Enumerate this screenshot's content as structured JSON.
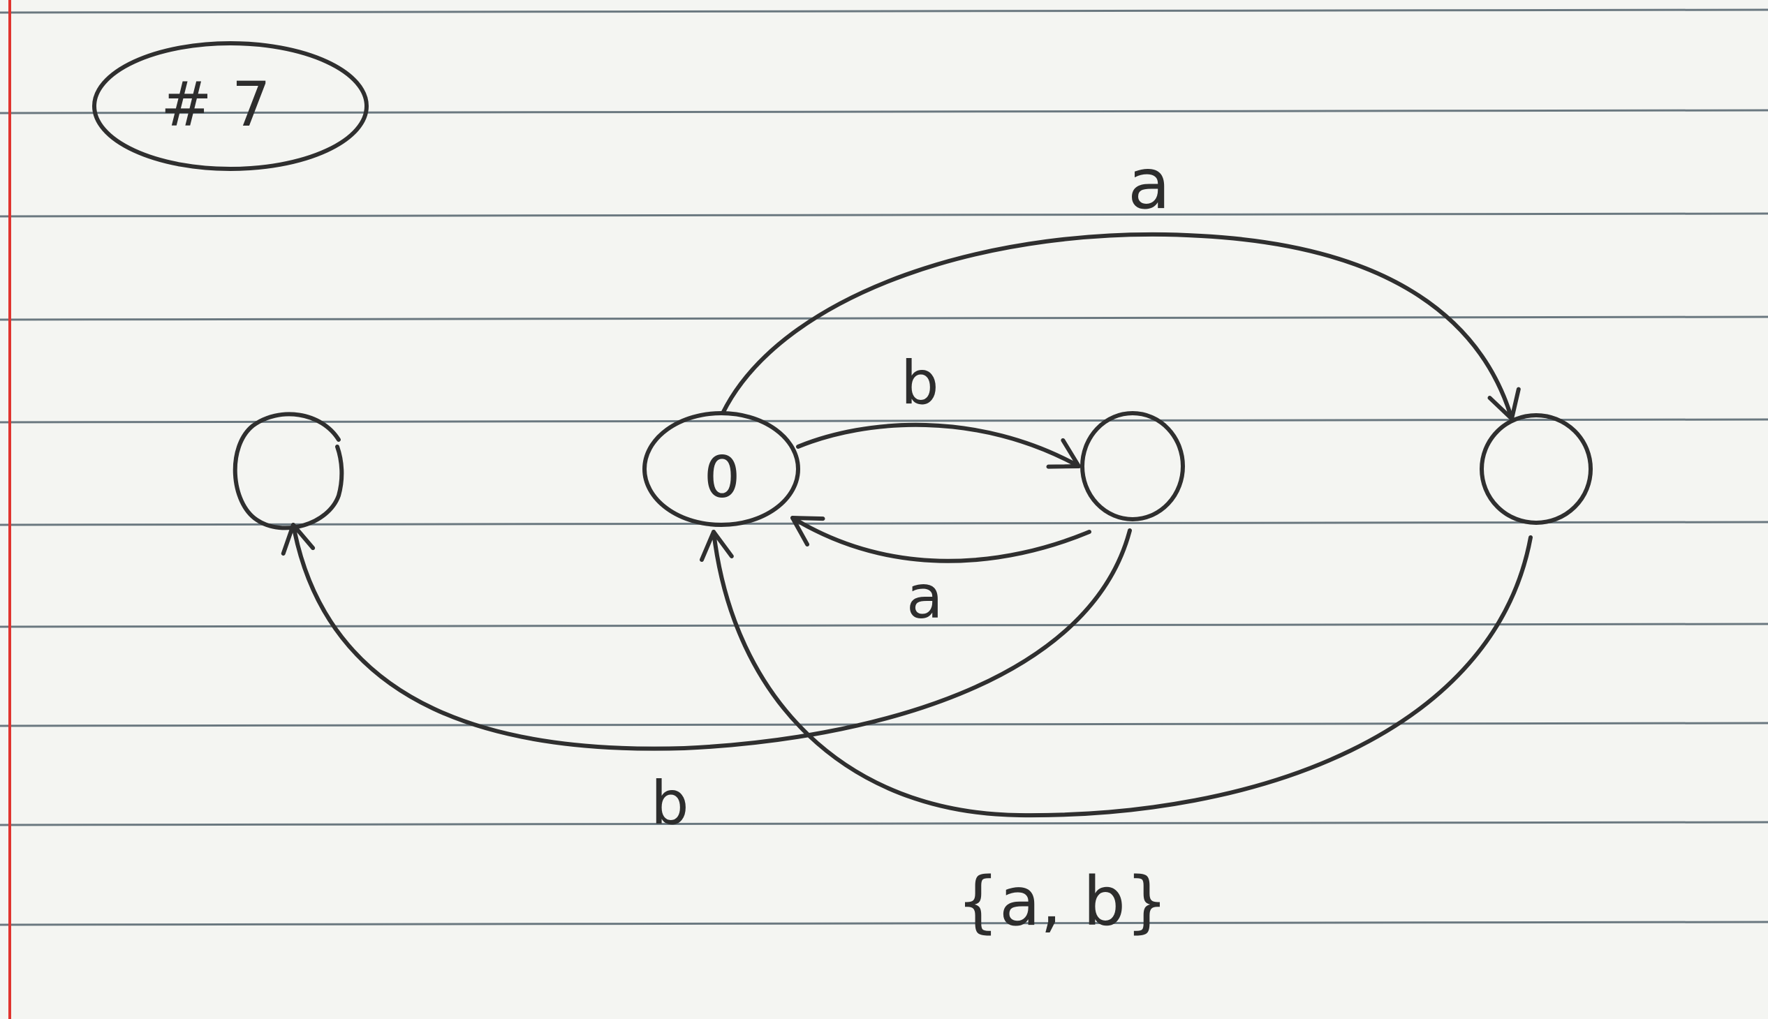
{
  "page": {
    "problem_number": "# 7",
    "paper_color": "#f4f5f2",
    "rule_color": "#3d4f5a",
    "margin_color": "#e0342f",
    "ink_color": "#2f2f2f"
  },
  "diagram": {
    "states": [
      {
        "id": "left",
        "label": ""
      },
      {
        "id": "start",
        "label": "0"
      },
      {
        "id": "middle",
        "label": ""
      },
      {
        "id": "right",
        "label": ""
      }
    ],
    "transitions": [
      {
        "from": "start",
        "to": "right",
        "label": "a"
      },
      {
        "from": "start",
        "to": "middle",
        "label": "b"
      },
      {
        "from": "middle",
        "to": "start",
        "label": "a"
      },
      {
        "from": "middle",
        "to": "left",
        "label": "b"
      },
      {
        "from": "right",
        "to": "start",
        "label": "{a, b}"
      }
    ]
  }
}
